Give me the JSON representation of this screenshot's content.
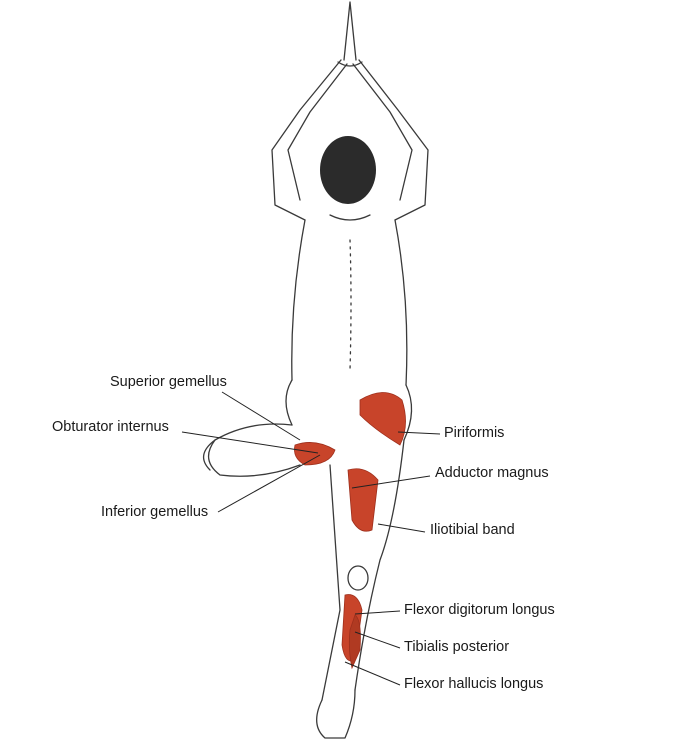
{
  "labels": {
    "superior_gemellus": "Superior gemellus",
    "obturator_internus": "Obturator internus",
    "inferior_gemellus": "Inferior gemellus",
    "piriformis": "Piriformis",
    "adductor_magnus": "Adductor magnus",
    "iliotibial_band": "Iliotibial band",
    "flexor_digitorum_longus": "Flexor digitorum longus",
    "tibialis_posterior": "Tibialis posterior",
    "flexor_hallucis_longus": "Flexor hallucis longus"
  },
  "colors": {
    "muscle": "#c8442a",
    "muscle_dark": "#9e2f1c",
    "outline": "#3a3a3a",
    "hair": "#2b2b2b",
    "leader": "#222222"
  }
}
